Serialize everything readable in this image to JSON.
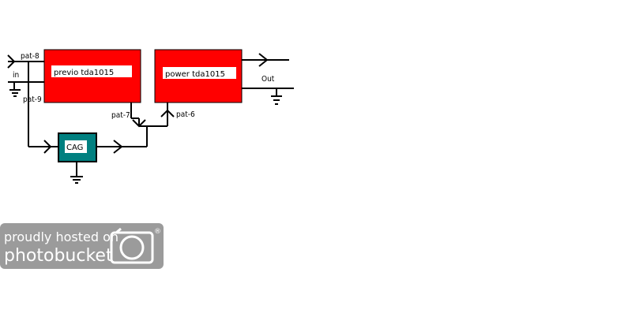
{
  "diagram": {
    "blocks": {
      "previo": "previo tda1015",
      "power": "power tda1015",
      "cag": "CAG"
    },
    "labels": {
      "in": "in",
      "out": "Out",
      "pat8": "pat-8",
      "pat9": "pat-9",
      "pat7": "pat-7",
      "pat6": "pat-6"
    },
    "colors": {
      "amp_block": "#ff0000",
      "cag_block": "#008080",
      "wire": "#000000"
    }
  },
  "watermark": {
    "line1": "proudly hosted on",
    "line2": "photobucket",
    "icon": "camera-icon",
    "registered": "®"
  }
}
